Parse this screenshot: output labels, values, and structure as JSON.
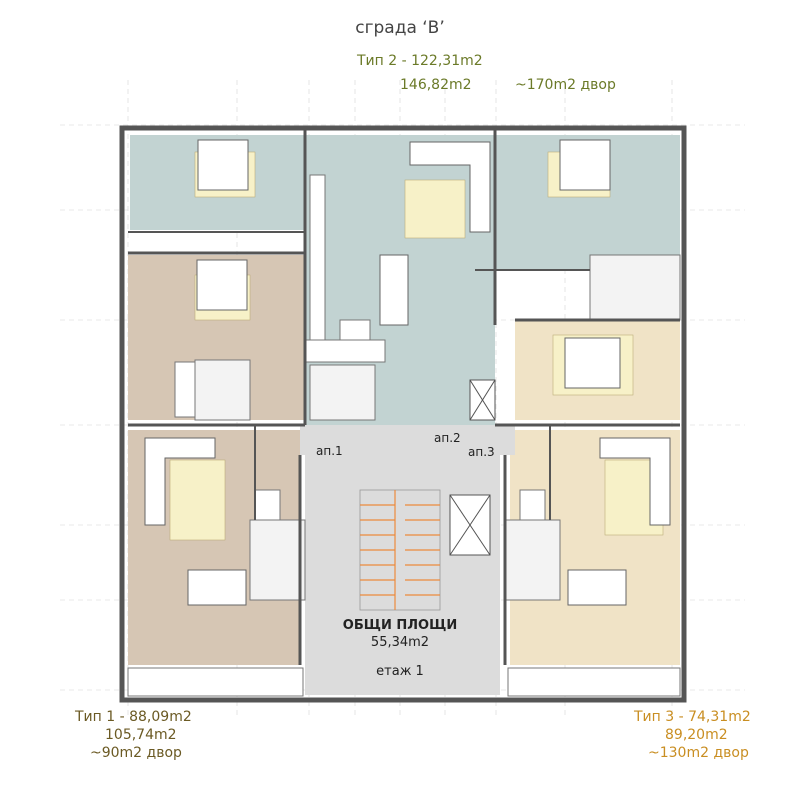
{
  "title": "сграда ‘B’",
  "apartments": [
    {
      "id": "ап.1",
      "type_area": "Tип 1 - 88,09m2",
      "total_area": "105,74m2",
      "yard": "~90m2 двор",
      "color": "#d6c6b4"
    },
    {
      "id": "ап.2",
      "type_area": "Tип 2 - 122,31m2",
      "total_area": "146,82m2",
      "yard": "~170m2 двор",
      "color": "#c2d3d2"
    },
    {
      "id": "ап.3",
      "type_area": "Tип 3 - 74,31m2",
      "total_area": "89,20m2",
      "yard": "~130m2 двор",
      "color": "#f0e3c6"
    }
  ],
  "common": {
    "name": "ОБЩИ ПЛОЩИ",
    "area": "55,34m2",
    "color": "#dcdcdc"
  },
  "floor": "етаж 1",
  "accent_colors": {
    "stair": "#ec8a3c",
    "rug": "#f7f1c8",
    "wall": "#555555"
  }
}
